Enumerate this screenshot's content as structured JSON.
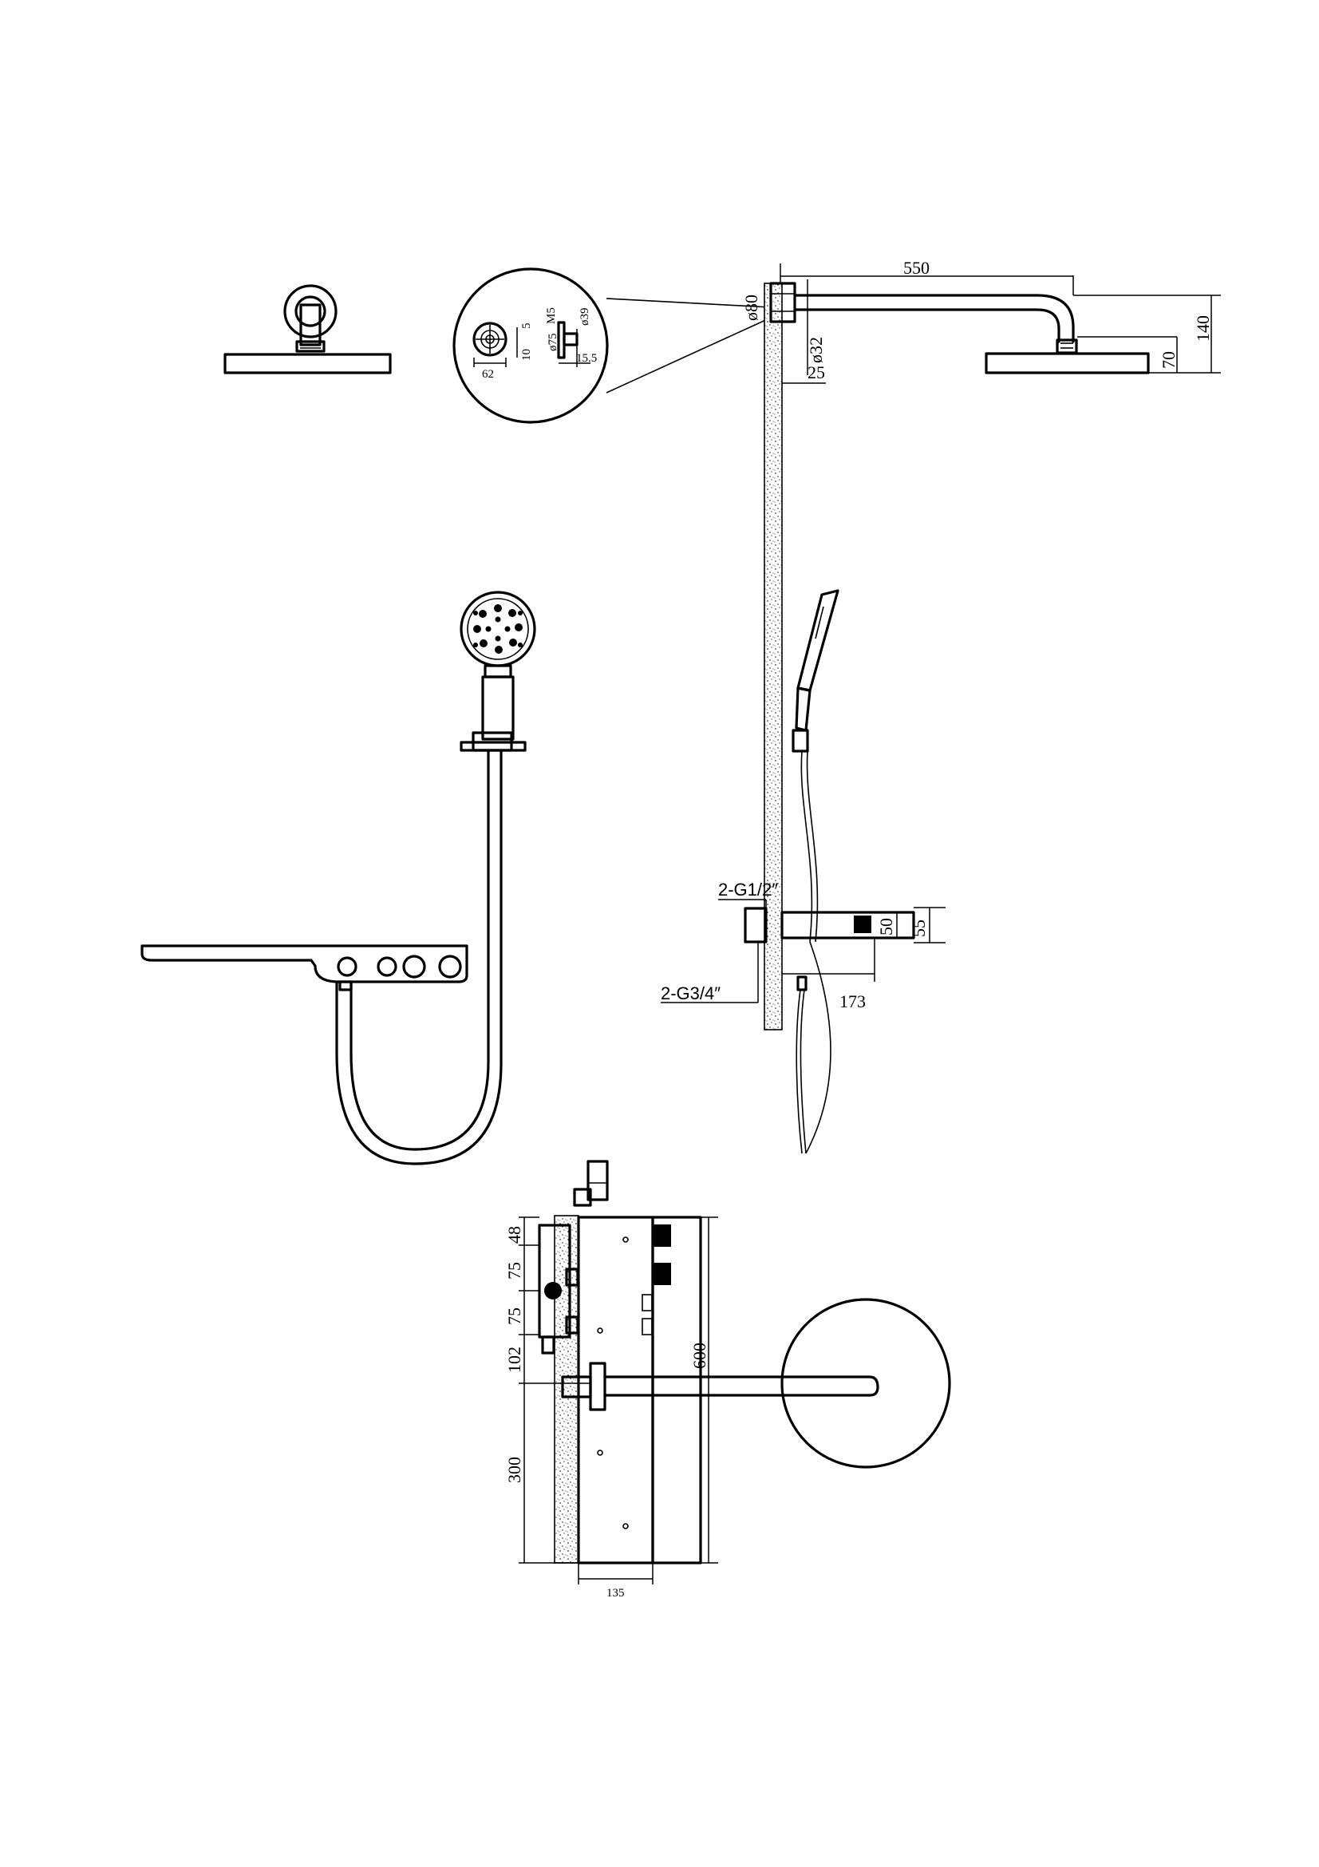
{
  "callout": {
    "thread": "M5",
    "d_outer": "ø75",
    "d_inner": "ø39",
    "dim_5": "5",
    "dim_10": "10",
    "dim_62": "62",
    "dim_15_5": "15.5"
  },
  "side_view": {
    "arm_length": "550",
    "flange_dia": "ø80",
    "pipe_dia": "ø32",
    "wall_gap": "25",
    "head_drop": "70",
    "total_drop": "140",
    "inlet_top": "2-G1/2″",
    "inlet_bottom": "2-G3/4″",
    "shelf_depth": "173",
    "shelf_h_inner": "50",
    "shelf_h_outer": "55"
  },
  "bottom_view": {
    "d48": "48",
    "d75a": "75",
    "d75b": "75",
    "d102": "102",
    "d300": "300",
    "d600": "600",
    "d135": "135"
  }
}
